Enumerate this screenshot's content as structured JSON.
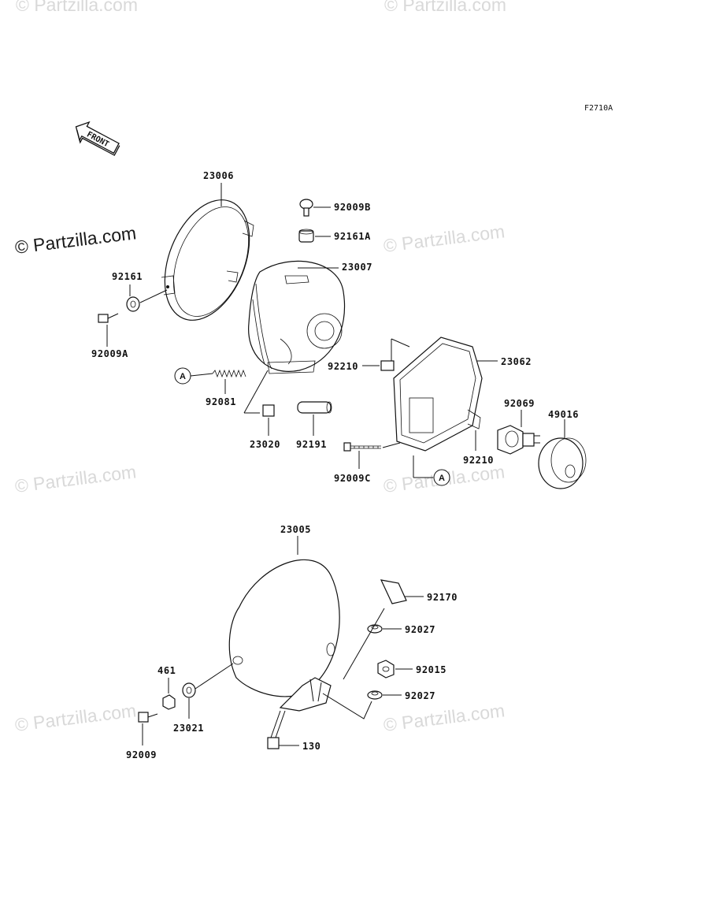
{
  "watermark": "© Partzilla.com",
  "figure_code": "F2710A",
  "front_label": "FRONT",
  "callout_letter": "A",
  "parts": {
    "p23006": "23006",
    "p92009B": "92009B",
    "p92161A": "92161A",
    "p23007": "23007",
    "p92161": "92161",
    "p92009A": "92009A",
    "p92210_top": "92210",
    "p23062": "23062",
    "p92081": "92081",
    "p92069": "92069",
    "p49016": "49016",
    "p23020": "23020",
    "p92191": "92191",
    "p92210_bottom": "92210",
    "p92009C": "92009C",
    "p23005": "23005",
    "p92170": "92170",
    "p92027_top": "92027",
    "p461": "461",
    "p92015": "92015",
    "p92027_bottom": "92027",
    "p23021": "23021",
    "p92009": "92009",
    "p130": "130"
  }
}
